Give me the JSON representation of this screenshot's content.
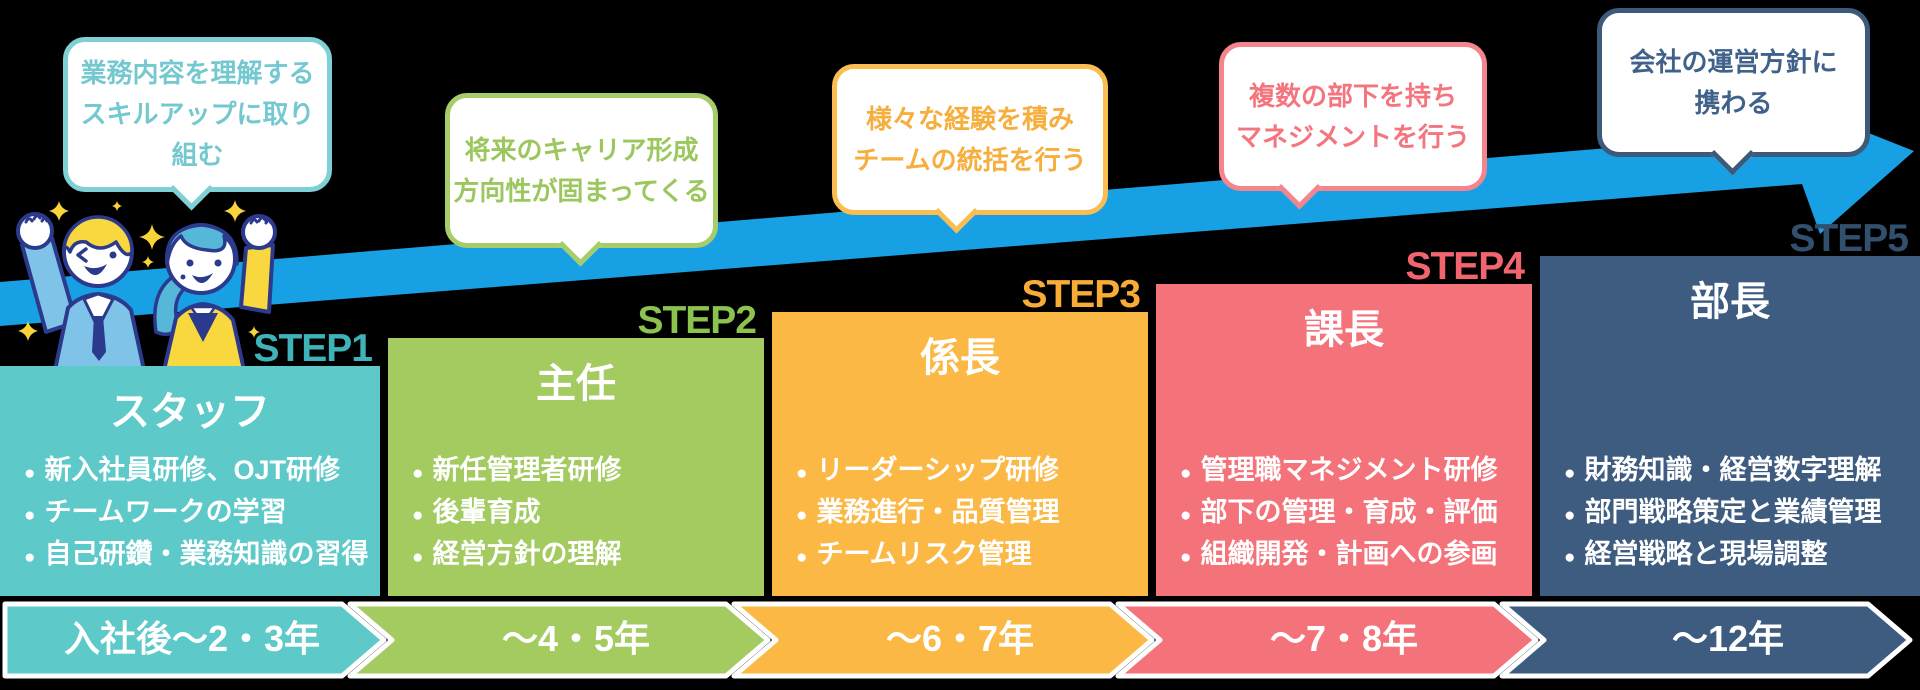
{
  "page": {
    "background": "#000000"
  },
  "arrow": {
    "name": "career growth arrow",
    "color": "#18a0e4"
  },
  "theme": {
    "outline": "#2b3a8c",
    "skin": "#ffffff",
    "man_suit": "#7fc4e8",
    "hair_yellow": "#f8d73f",
    "woman_hair": "#56b7d9",
    "sparkle": "#f9d438",
    "bar_border": "#ffffff",
    "text_white": "#ffffff"
  },
  "steps": [
    {
      "step_label": "STEP1",
      "title": "スタッフ",
      "color": "#5ec9c9",
      "accent": "#3eb4ba",
      "bubble_border": "#7fd0d5",
      "bubble_text_color": "#74c8d0",
      "bubble_lines": [
        "業務内容を理解する",
        "スキルアップに取り組む"
      ],
      "bullets": [
        "新入社員研修、OJT研修",
        "チームワークの学習",
        "自己研鑽・業務知識の習得"
      ],
      "tenure": "入社後〜2・3年"
    },
    {
      "step_label": "STEP2",
      "title": "主任",
      "color": "#a3cb5f",
      "accent": "#8cc24e",
      "bubble_border": "#a6cd69",
      "bubble_text_color": "#9cc75e",
      "bubble_lines": [
        "将来のキャリア形成",
        "方向性が固まってくる"
      ],
      "bullets": [
        "新任管理者研修",
        "後輩育成",
        "経営方針の理解"
      ],
      "tenure": "〜4・5年"
    },
    {
      "step_label": "STEP3",
      "title": "係長",
      "color": "#fbb844",
      "accent": "#f8ab35",
      "bubble_border": "#f9bd50",
      "bubble_text_color": "#f6ae3d",
      "bubble_lines": [
        "様々な経験を積み",
        "チームの統括を行う"
      ],
      "bullets": [
        "リーダーシップ研修",
        "業務進行・品質管理",
        "チームリスク管理"
      ],
      "tenure": "〜6・7年"
    },
    {
      "step_label": "STEP4",
      "title": "課長",
      "color": "#f4737b",
      "accent": "#f2656e",
      "bubble_border": "#f4858c",
      "bubble_text_color": "#f4757d",
      "bubble_lines": [
        "複数の部下を持ち",
        "マネジメントを行う"
      ],
      "bullets": [
        "管理職マネジメント研修",
        "部下の管理・育成・評価",
        "組織開発・計画への参画"
      ],
      "tenure": "〜7・8年"
    },
    {
      "step_label": "STEP5",
      "title": "部長",
      "color": "#3d5c80",
      "accent": "#32506e",
      "bubble_border": "#3d5a7a",
      "bubble_text_color": "#40628a",
      "bubble_lines": [
        "会社の運営方針に",
        "携わる"
      ],
      "bullets": [
        "財務知識・経営数字理解",
        "部門戦略策定と業績管理",
        "経営戦略と現場調整"
      ],
      "tenure": "〜12年"
    }
  ]
}
